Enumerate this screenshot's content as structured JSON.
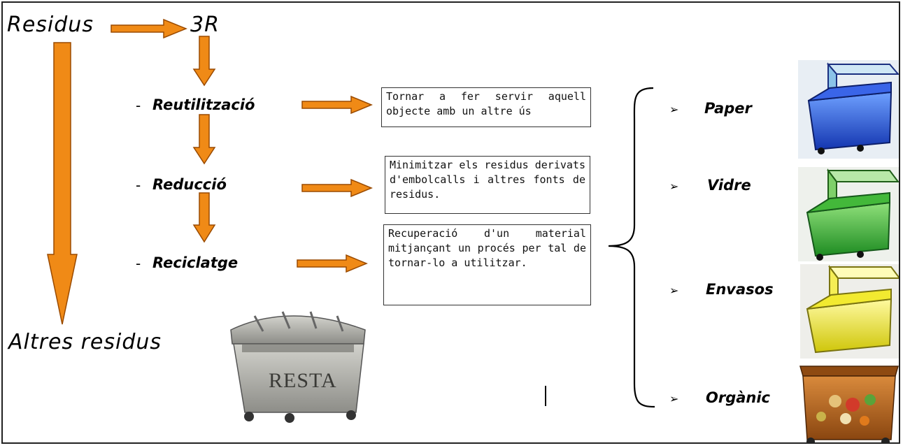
{
  "source": {
    "label": "Residus",
    "target": "3R",
    "other": "Altres residus"
  },
  "strategies": [
    {
      "label": "Reutilització",
      "desc": "Tornar a fer servir aquell objecte amb un altre ús"
    },
    {
      "label": "Reducció",
      "desc": "Minimitzar els residus derivats d'embolcalls i altres fonts de residus."
    },
    {
      "label": "Reciclatge",
      "desc": "Recuperació d'un material mitjançant un procés per tal de tornar-lo a utilitzar."
    }
  ],
  "dash": "-",
  "bins": [
    {
      "label": "Paper",
      "color": "#1f4fd6",
      "icon": "blue-container-icon"
    },
    {
      "label": "Vidre",
      "color": "#2ea831",
      "icon": "green-container-icon"
    },
    {
      "label": "Envasos",
      "color": "#e8e01a",
      "icon": "yellow-container-icon"
    },
    {
      "label": "Orgànic",
      "color": "#b8621c",
      "icon": "brown-container-icon"
    }
  ],
  "bullet": "➢",
  "rest_bin": {
    "label": "RESTA",
    "color": "#b7b7b2",
    "icon": "grey-container-icon"
  },
  "arrow_color": "#f08a16"
}
